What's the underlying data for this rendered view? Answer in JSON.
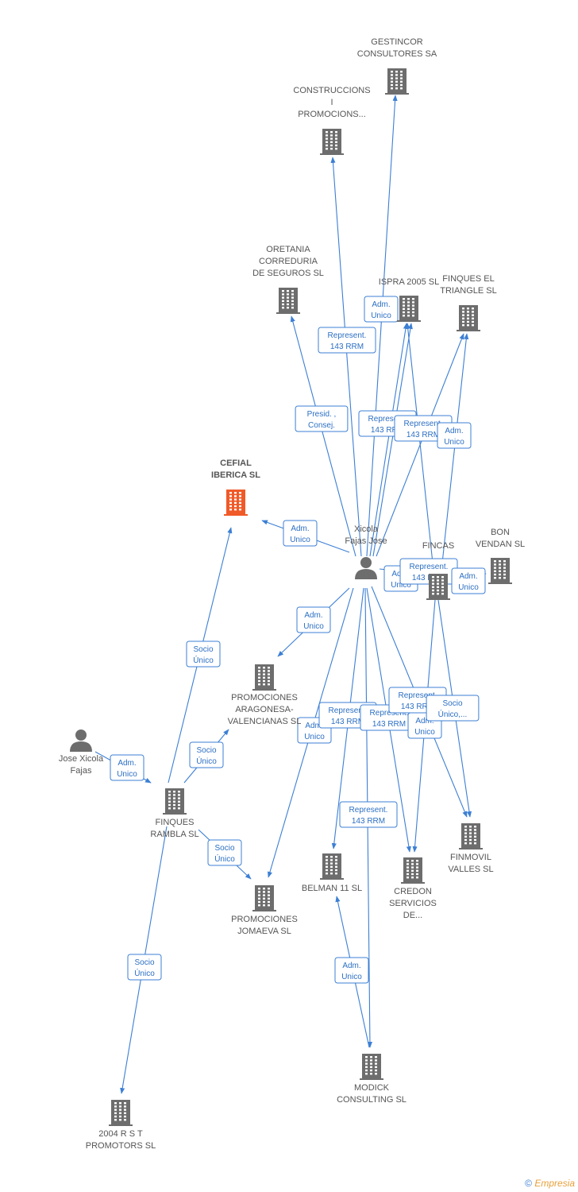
{
  "colors": {
    "company": "#6d6d6d",
    "focus_company": "#f05a28",
    "person": "#6d6d6d",
    "edge": "#3c7fd4",
    "badge_text": "#2c6fc4",
    "label": "#555555"
  },
  "nodes": [
    {
      "id": "gestincor",
      "type": "company",
      "icon": "building-icon",
      "lines": [
        "GESTINCOR",
        "CONSULTORES SA"
      ]
    },
    {
      "id": "construccions",
      "type": "company",
      "icon": "building-icon",
      "lines": [
        "CONSTRUCCIONS",
        "I",
        "PROMOCIONS..."
      ]
    },
    {
      "id": "oretania",
      "type": "company",
      "icon": "building-icon",
      "lines": [
        "ORETANIA",
        "CORREDURIA",
        "DE SEGUROS SL"
      ]
    },
    {
      "id": "ispra",
      "type": "company",
      "icon": "building-icon",
      "lines": [
        "ISPRA 2005 SL"
      ]
    },
    {
      "id": "finques_triangle",
      "type": "company",
      "icon": "building-icon",
      "lines": [
        "FINQUES EL",
        "TRIANGLE SL"
      ]
    },
    {
      "id": "cefial",
      "type": "company",
      "focus": true,
      "icon": "building-icon",
      "lines": [
        "CEFIAL",
        "IBERICA SL"
      ]
    },
    {
      "id": "xicola_jose",
      "type": "person",
      "icon": "person-icon",
      "lines": [
        "Xicola",
        "Fajas Jose"
      ]
    },
    {
      "id": "fincas",
      "type": "company",
      "icon": "building-icon",
      "lines": [
        "FINCAS"
      ]
    },
    {
      "id": "bon_vendan",
      "type": "company",
      "icon": "building-icon",
      "lines": [
        "BON",
        "VENDAN SL"
      ]
    },
    {
      "id": "promo_arag",
      "type": "company",
      "icon": "building-icon",
      "lines": [
        "PROMOCIONES",
        "ARAGONESA-",
        "VALENCIANAS SL"
      ]
    },
    {
      "id": "jose_xicola",
      "type": "person",
      "icon": "person-icon",
      "lines": [
        "Jose Xicola",
        "Fajas"
      ]
    },
    {
      "id": "finques_rambla",
      "type": "company",
      "icon": "building-icon",
      "lines": [
        "FINQUES",
        "RAMBLA SL"
      ]
    },
    {
      "id": "promo_jomaeva",
      "type": "company",
      "icon": "building-icon",
      "lines": [
        "PROMOCIONES",
        "JOMAEVA SL"
      ]
    },
    {
      "id": "belman",
      "type": "company",
      "icon": "building-icon",
      "lines": [
        "BELMAN 11 SL"
      ]
    },
    {
      "id": "credon",
      "type": "company",
      "icon": "building-icon",
      "lines": [
        "CREDON",
        "SERVICIOS",
        "DE..."
      ]
    },
    {
      "id": "finmovil",
      "type": "company",
      "icon": "building-icon",
      "lines": [
        "FINMOVIL",
        "VALLES SL"
      ]
    },
    {
      "id": "modick",
      "type": "company",
      "icon": "building-icon",
      "lines": [
        "MODICK",
        "CONSULTING SL"
      ]
    },
    {
      "id": "rst",
      "type": "company",
      "icon": "building-icon",
      "lines": [
        "2004 R S T",
        "PROMOTORS SL"
      ]
    }
  ],
  "edges": [
    {
      "from": "xicola_jose",
      "to": "gestincor",
      "label": [
        "Adm.",
        "Unico"
      ]
    },
    {
      "from": "xicola_jose",
      "to": "construccions",
      "label": [
        "Represent.",
        "143 RRM"
      ]
    },
    {
      "from": "xicola_jose",
      "to": "oretania",
      "label": [
        "Presid. ,",
        "Consej."
      ]
    },
    {
      "from": "xicola_jose",
      "to": "ispra",
      "label": [
        "Represent.",
        "143 RRM"
      ]
    },
    {
      "from": "xicola_jose",
      "to": "ispra",
      "label": []
    },
    {
      "from": "fincas",
      "to": "ispra",
      "label": [
        "Represent.",
        "143 RRM"
      ]
    },
    {
      "from": "xicola_jose",
      "to": "finques_triangle",
      "label": []
    },
    {
      "from": "fincas",
      "to": "finques_triangle",
      "label": [
        "Adm.",
        "Unico"
      ]
    },
    {
      "from": "xicola_jose",
      "to": "cefial",
      "label": [
        "Adm.",
        "Unico"
      ]
    },
    {
      "from": "xicola_jose",
      "to": "fincas",
      "label": [
        "Adm.",
        "Unico"
      ]
    },
    {
      "from": "fincas",
      "to": "bon_vendan",
      "label": [
        "Represent.",
        "143 RRM"
      ]
    },
    {
      "from": "fincas",
      "to": "bon_vendan",
      "label": [
        "Adm.",
        "Unico"
      ]
    },
    {
      "from": "xicola_jose",
      "to": "promo_arag",
      "label": [
        "Adm.",
        "Unico"
      ]
    },
    {
      "from": "xicola_jose",
      "to": "promo_jomaeva",
      "label": [
        "Adm.",
        "Unico"
      ]
    },
    {
      "from": "xicola_jose",
      "to": "belman",
      "label": [
        "Represent.",
        "143 RRM"
      ]
    },
    {
      "from": "xicola_jose",
      "to": "credon",
      "label": [
        "Represent.",
        "143 RRM"
      ]
    },
    {
      "from": "fincas",
      "to": "credon",
      "label": [
        "Adm.",
        "Unico"
      ]
    },
    {
      "from": "xicola_jose",
      "to": "finmovil",
      "label": [
        "Represent.",
        "143 RRM"
      ]
    },
    {
      "from": "fincas",
      "to": "finmovil",
      "label": [
        "Socio",
        "Único,..."
      ]
    },
    {
      "from": "xicola_jose",
      "to": "modick",
      "label": [
        "Represent.",
        "143 RRM"
      ]
    },
    {
      "from": "modick",
      "to": "belman",
      "label": [
        "Adm.",
        "Unico"
      ]
    },
    {
      "from": "jose_xicola",
      "to": "finques_rambla",
      "label": [
        "Adm.",
        "Unico"
      ]
    },
    {
      "from": "finques_rambla",
      "to": "cefial",
      "label": [
        "Socio",
        "Único"
      ]
    },
    {
      "from": "finques_rambla",
      "to": "promo_arag",
      "label": [
        "Socio",
        "Único"
      ]
    },
    {
      "from": "finques_rambla",
      "to": "promo_jomaeva",
      "label": [
        "Socio",
        "Único"
      ]
    },
    {
      "from": "finques_rambla",
      "to": "rst",
      "label": [
        "Socio",
        "Único"
      ]
    }
  ],
  "footer": {
    "copyright": "©",
    "brand": "Empresia"
  }
}
